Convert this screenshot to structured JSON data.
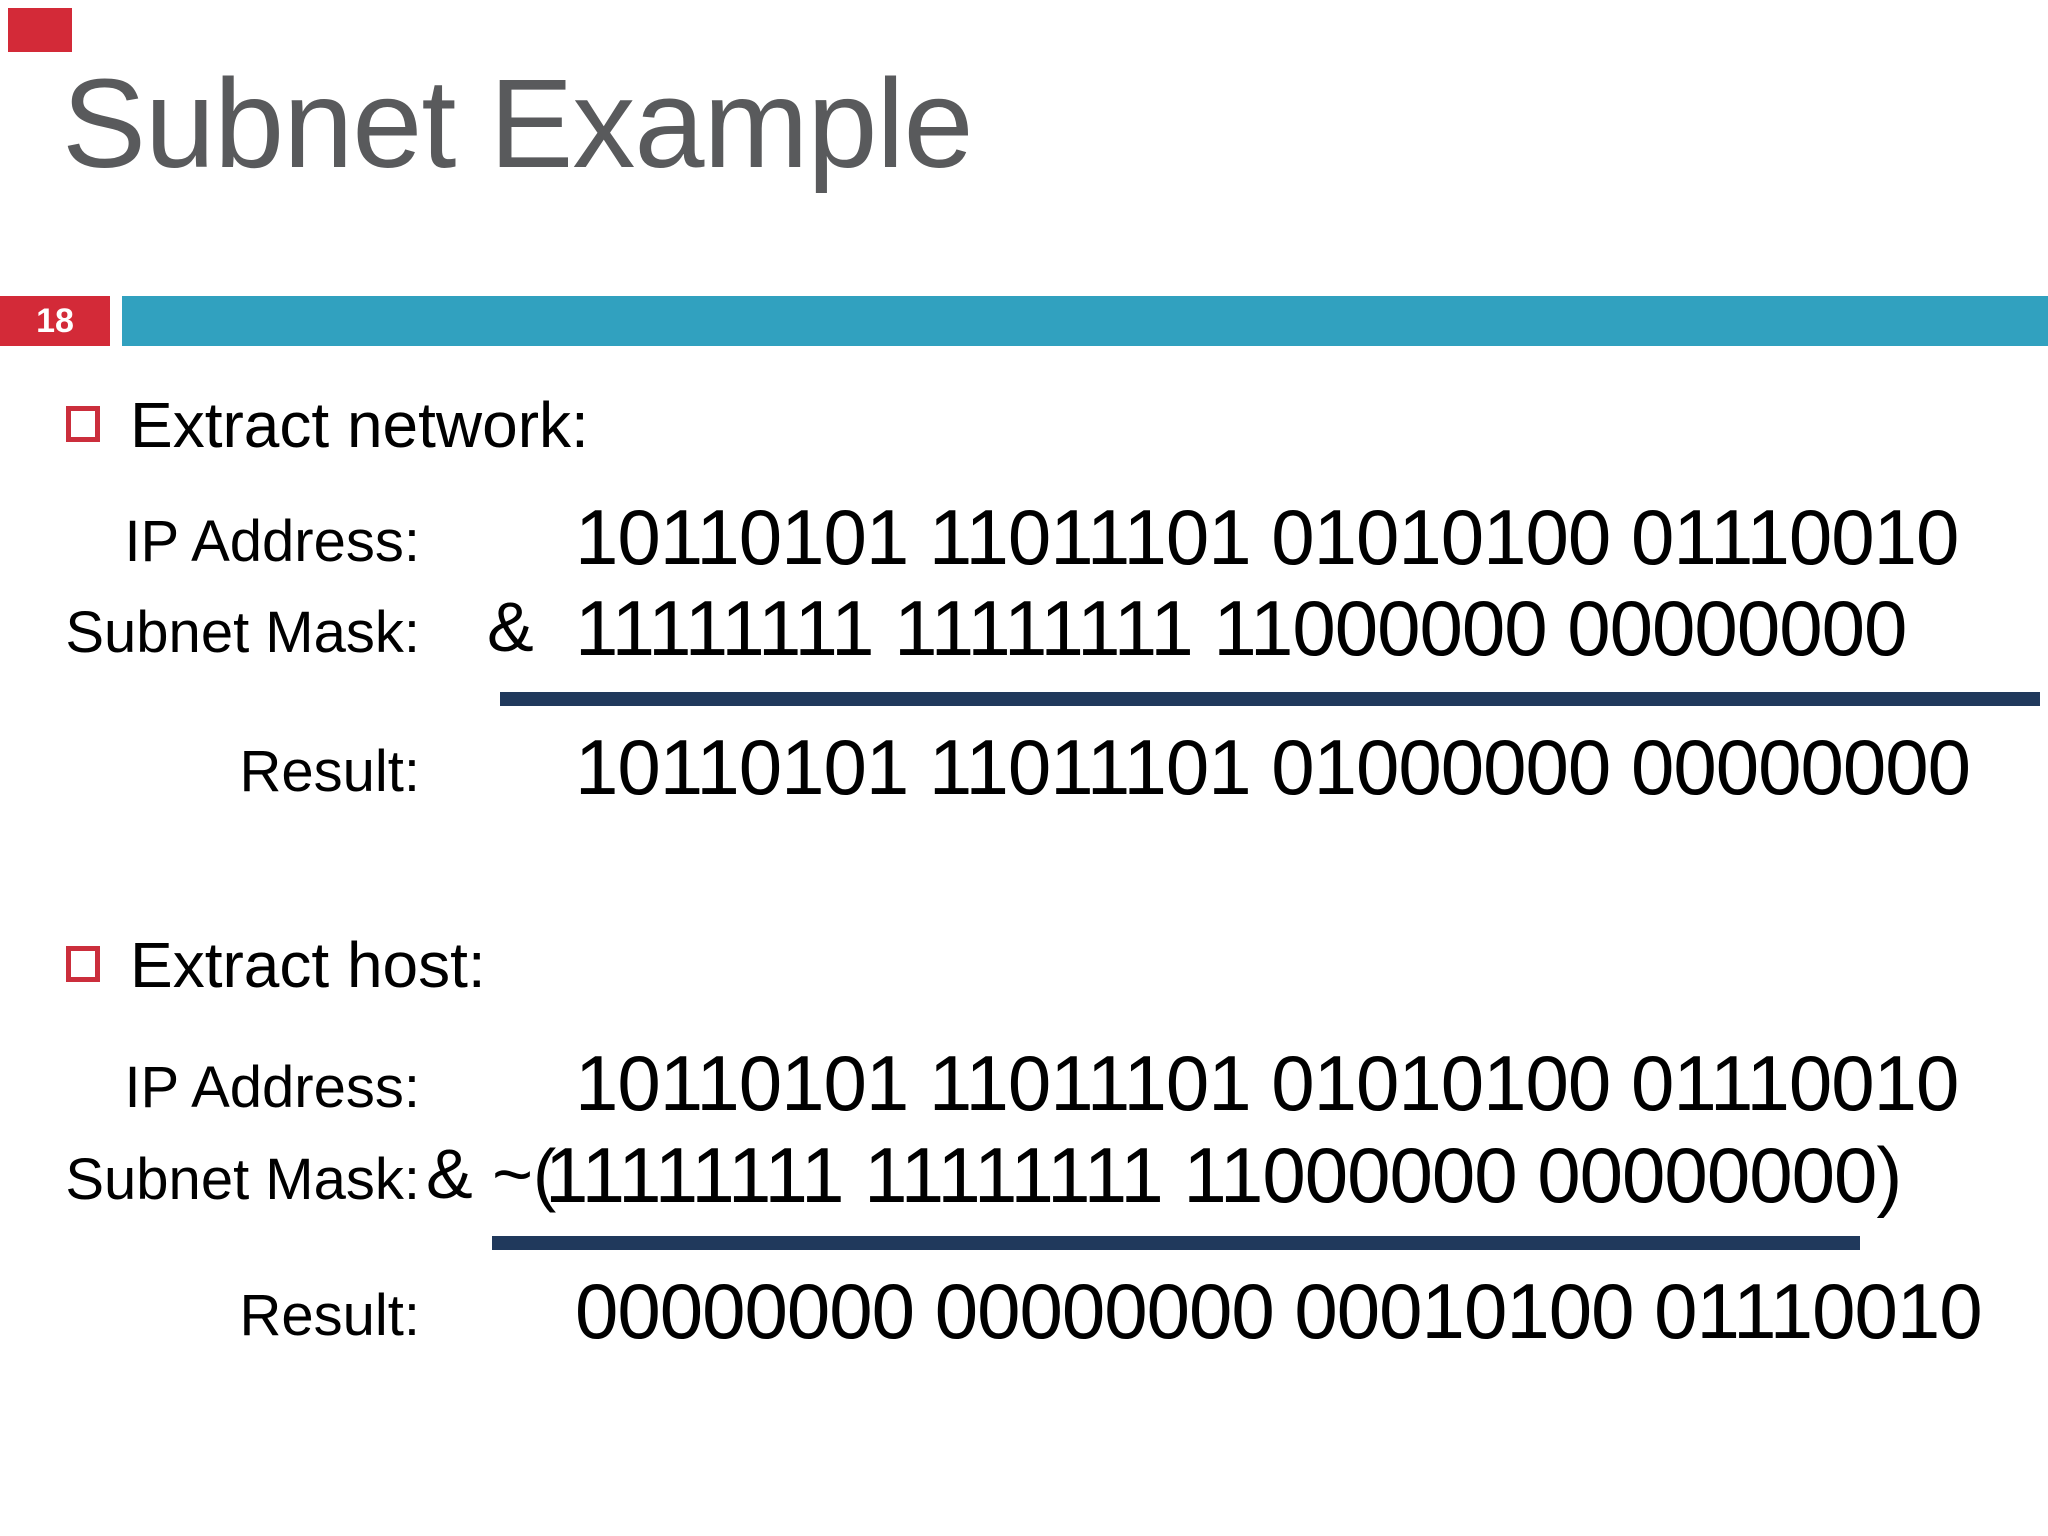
{
  "slide": {
    "title": "Subnet Example",
    "page_number": "18",
    "colors": {
      "accent_red": "#d32a38",
      "band_teal": "#31a1bf",
      "sum_line_navy": "#20395c",
      "title_gray": "#595a5c"
    },
    "sections": [
      {
        "heading": "Extract network:",
        "rows": [
          {
            "label": "IP Address:",
            "prefix": "",
            "value": "10110101 11011101 01010100 01110010"
          },
          {
            "label": "Subnet Mask:",
            "prefix": "&",
            "value": "11111111 11111111 11000000 00000000"
          },
          {
            "label": "Result:",
            "prefix": "",
            "value": "10110101 11011101 01000000 00000000"
          }
        ]
      },
      {
        "heading": "Extract host:",
        "rows": [
          {
            "label": "IP Address:",
            "prefix": "",
            "value": "10110101 11011101 01010100 01110010"
          },
          {
            "label": "Subnet Mask:",
            "prefix": "& ~(",
            "value": "11111111 11111111 11000000 00000000)"
          },
          {
            "label": "Result:",
            "prefix": "",
            "value": "00000000 00000000 00010100 01110010"
          }
        ]
      }
    ]
  }
}
